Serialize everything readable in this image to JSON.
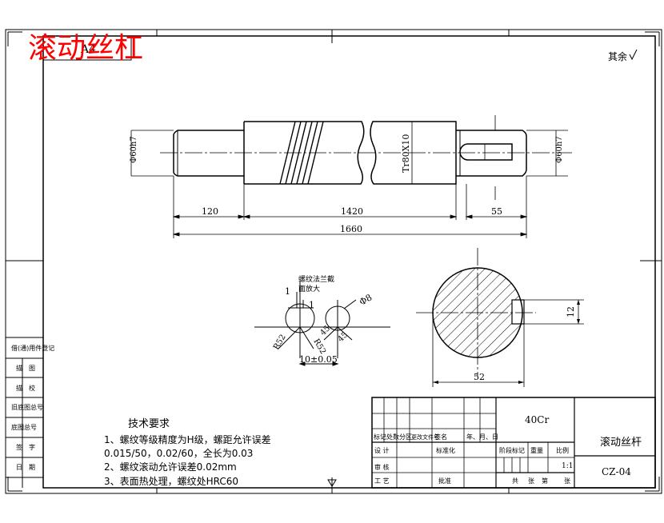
{
  "overlay_title": "滚动丝杠",
  "paper_size": "A4",
  "surface_note": "其余",
  "shaft": {
    "left_dia": "Φ60h7",
    "right_dia": "Φ60h7",
    "thread_label": "Tr80X10",
    "dim_left": "120",
    "dim_mid": "1420",
    "dim_right": "55",
    "dim_total": "1660"
  },
  "thread_detail": {
    "caption_line1": "螺纹法兰截",
    "caption_line2": "面放大",
    "dim_a": "1",
    "dim_b": "1",
    "dia_label": "Φ8",
    "r1": "R52",
    "r2": "R52",
    "angle1": "45",
    "angle2": "45",
    "pitch": "10±0.05"
  },
  "section": {
    "key_width": "12",
    "depth": "52"
  },
  "tech": {
    "title": "技术要求",
    "lines": [
      "1、螺纹等级精度为H级，螺距允许误差",
      "0.015/50，0.02/60，全长为0.03",
      "2、螺纹滚动允许误差0.02mm",
      "3、表面热处理，螺纹处HRC60"
    ]
  },
  "left_strip": [
    "借(通)用件登记",
    "描　图",
    "描　校",
    "旧底图总号",
    "底图总号",
    "签　字",
    "日　期"
  ],
  "title_block": {
    "material": "40Cr",
    "part_name": "滚动丝杆",
    "drawing_no": "CZ-04",
    "scale": "1:1",
    "rev_header": [
      "标记",
      "处数",
      "分区",
      "更改文件号",
      "签名",
      "年、月、日"
    ],
    "design": "设 计",
    "standard": "标准化",
    "review": "审 核",
    "process": "工 艺",
    "approve": "批准",
    "stage_header": [
      "阶段标记",
      "重量",
      "比例"
    ],
    "sheets": [
      "共",
      "张",
      "第",
      "张"
    ]
  }
}
